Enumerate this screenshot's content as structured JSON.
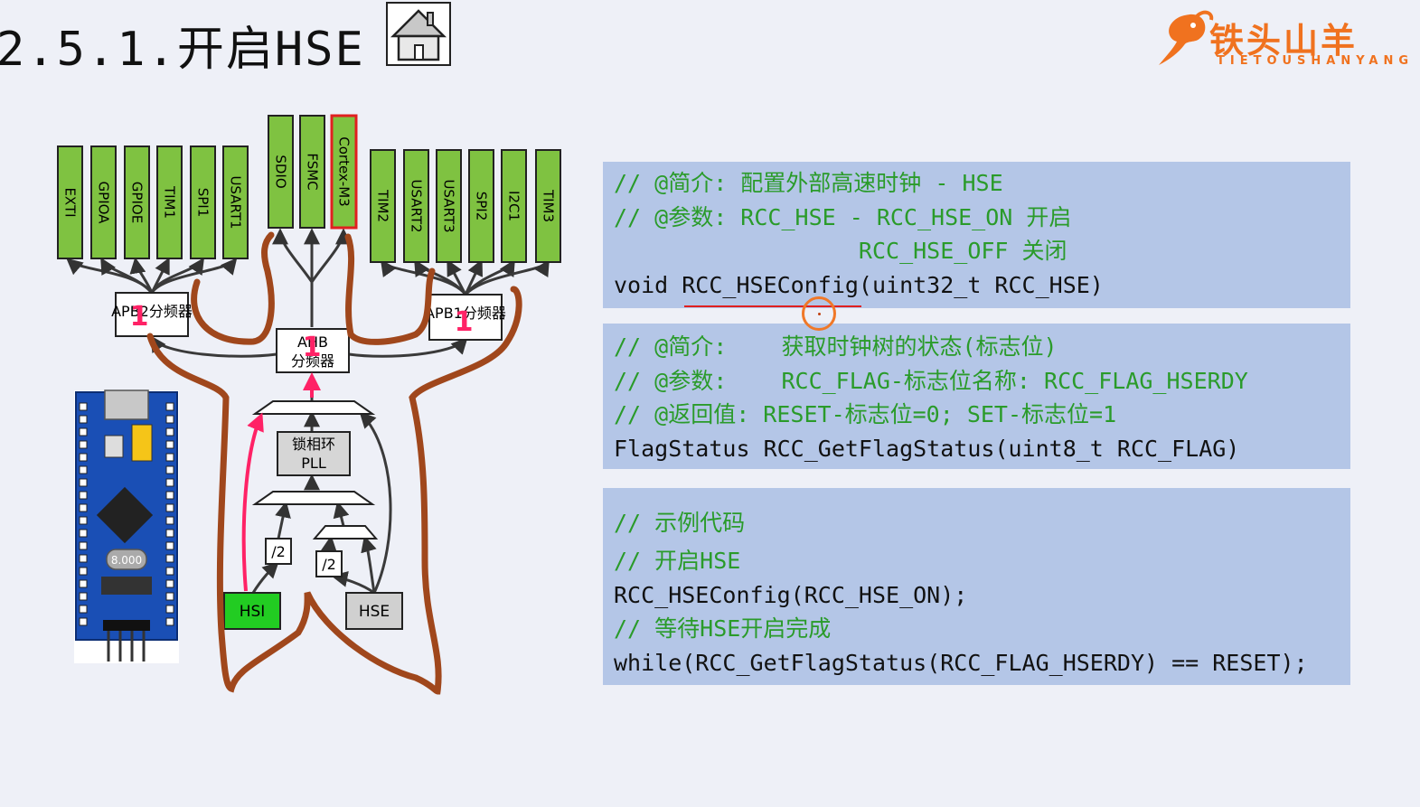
{
  "header": {
    "title": "2.5.1.开启HSE"
  },
  "logo": {
    "text": "铁头山羊",
    "subtitle": "TIETOUSHANYANG"
  },
  "diagram": {
    "peripherals_left": [
      "EXTI",
      "GPIOA",
      "GPIOE",
      "TIM1",
      "SPI1",
      "USART1"
    ],
    "peripherals_center": [
      "SDIO",
      "FSMC",
      "Cortex-M3"
    ],
    "peripherals_right": [
      "TIM2",
      "USART2",
      "USART3",
      "SPI2",
      "I2C1",
      "TIM3"
    ],
    "apb2_label": "APB2分频器",
    "apb1_label": "APB1分频器",
    "ahb_label": [
      "AHB",
      "分频器"
    ],
    "pll_label": [
      "锁相环",
      "PLL"
    ],
    "div_label": "/2",
    "hsi_label": "HSI",
    "hse_label": "HSE",
    "annotation_number": "1",
    "board_crystal": "8.000"
  },
  "code_panels": [
    {
      "lines": [
        {
          "text": "// @简介: 配置外部高速时钟 - HSE",
          "type": "comment"
        },
        {
          "text": "// @参数: RCC_HSE - RCC_HSE_ON 开启",
          "type": "comment"
        },
        {
          "text": "                  RCC_HSE_OFF 关闭",
          "type": "comment"
        },
        {
          "text": "void RCC_HSEConfig(uint32_t RCC_HSE)",
          "type": "code"
        }
      ]
    },
    {
      "lines": [
        {
          "text": "// @简介:    获取时钟树的状态(标志位)",
          "type": "comment"
        },
        {
          "text": "// @参数:    RCC_FLAG-标志位名称: RCC_FLAG_HSERDY",
          "type": "comment"
        },
        {
          "text": "// @返回值: RESET-标志位=0; SET-标志位=1",
          "type": "comment"
        },
        {
          "text": "FlagStatus RCC_GetFlagStatus(uint8_t RCC_FLAG)",
          "type": "code"
        }
      ]
    },
    {
      "lines": [
        {
          "text": "// 示例代码",
          "type": "comment"
        },
        {
          "text": "// 开启HSE",
          "type": "comment"
        },
        {
          "text": "RCC_HSEConfig(RCC_HSE_ON);",
          "type": "code"
        },
        {
          "text": "// 等待HSE开启完成",
          "type": "comment"
        },
        {
          "text": "while(RCC_GetFlagStatus(RCC_FLAG_HSERDY) == RESET);",
          "type": "code"
        }
      ]
    }
  ],
  "colors": {
    "background": "#eef0f7",
    "code_bg": "#b4c6e7",
    "comment": "#2a9b2a",
    "peripheral_fill": "#7fc241",
    "hsi_fill": "#22cc22",
    "hse_fill": "#d0d0d0",
    "highlight_border": "#e02020",
    "annotation_arrow": "#ff2266",
    "drawn_outline": "#a0471c",
    "logo_orange": "#f0721f"
  }
}
